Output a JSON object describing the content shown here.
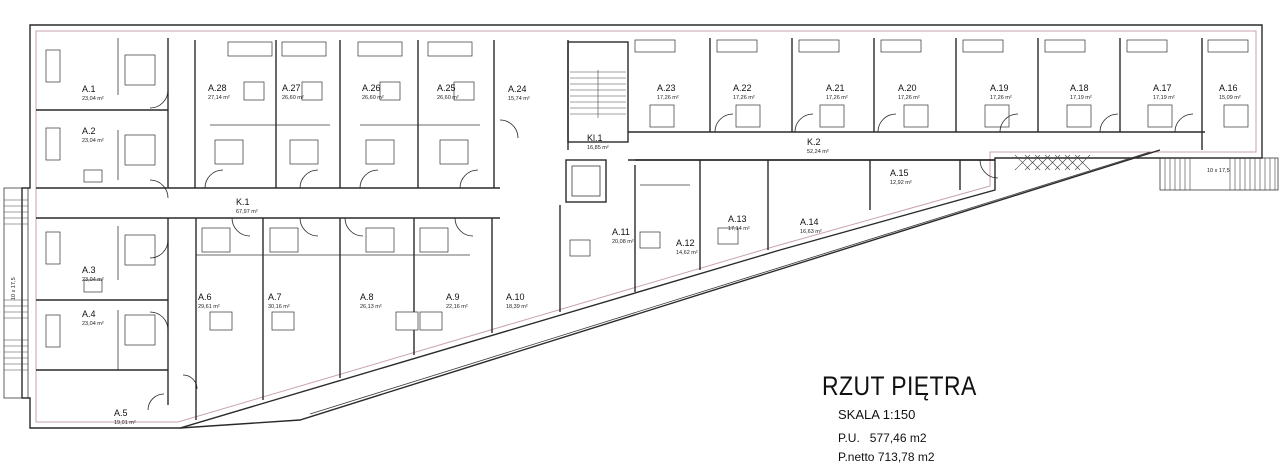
{
  "plan": {
    "title": "RZUT PIĘTRA",
    "scale": "SKALA 1:150",
    "pu": "P.U.   577,46 m2",
    "pnetto": "P.netto 713,78 m2"
  },
  "rooms": [
    {
      "id": "A.1",
      "area": "23,04 m²"
    },
    {
      "id": "A.2",
      "area": "23,04 m²"
    },
    {
      "id": "A.3",
      "area": "23,04 m²"
    },
    {
      "id": "A.4",
      "area": "23,04 m²"
    },
    {
      "id": "A.5",
      "area": "19,01 m²"
    },
    {
      "id": "A.6",
      "area": "29,61 m²"
    },
    {
      "id": "A.7",
      "area": "30,16 m²"
    },
    {
      "id": "A.8",
      "area": "26,13 m²"
    },
    {
      "id": "A.9",
      "area": "22,16 m²"
    },
    {
      "id": "A.10",
      "area": "18,39 m²"
    },
    {
      "id": "A.11",
      "area": "20,08 m²"
    },
    {
      "id": "A.12",
      "area": "14,62 m²"
    },
    {
      "id": "A.13",
      "area": "17,14 m²"
    },
    {
      "id": "A.14",
      "area": "16,63 m²"
    },
    {
      "id": "A.15",
      "area": "12,92 m²"
    },
    {
      "id": "A.16",
      "area": "15,09 m²"
    },
    {
      "id": "A.17",
      "area": "17,19 m²"
    },
    {
      "id": "A.18",
      "area": "17,19 m²"
    },
    {
      "id": "A.19",
      "area": "17,26 m²"
    },
    {
      "id": "A.20",
      "area": "17,26 m²"
    },
    {
      "id": "A.21",
      "area": "17,26 m²"
    },
    {
      "id": "A.22",
      "area": "17,26 m²"
    },
    {
      "id": "A.23",
      "area": "17,26 m²"
    },
    {
      "id": "A.24",
      "area": "15,74 m²"
    },
    {
      "id": "A.25",
      "area": "26,60 m²"
    },
    {
      "id": "A.26",
      "area": "26,60 m²"
    },
    {
      "id": "A.27",
      "area": "26,60 m²"
    },
    {
      "id": "A.28",
      "area": "27,14 m²"
    },
    {
      "id": "K.1",
      "area": "67,97 m²"
    },
    {
      "id": "K.2",
      "area": "52,24 m²"
    },
    {
      "id": "Kl.1",
      "area": "16,85 m²"
    }
  ],
  "colors": {
    "wall": "#2a2a2a",
    "accent_wall": "#c9a3ad",
    "background": "#ffffff"
  }
}
